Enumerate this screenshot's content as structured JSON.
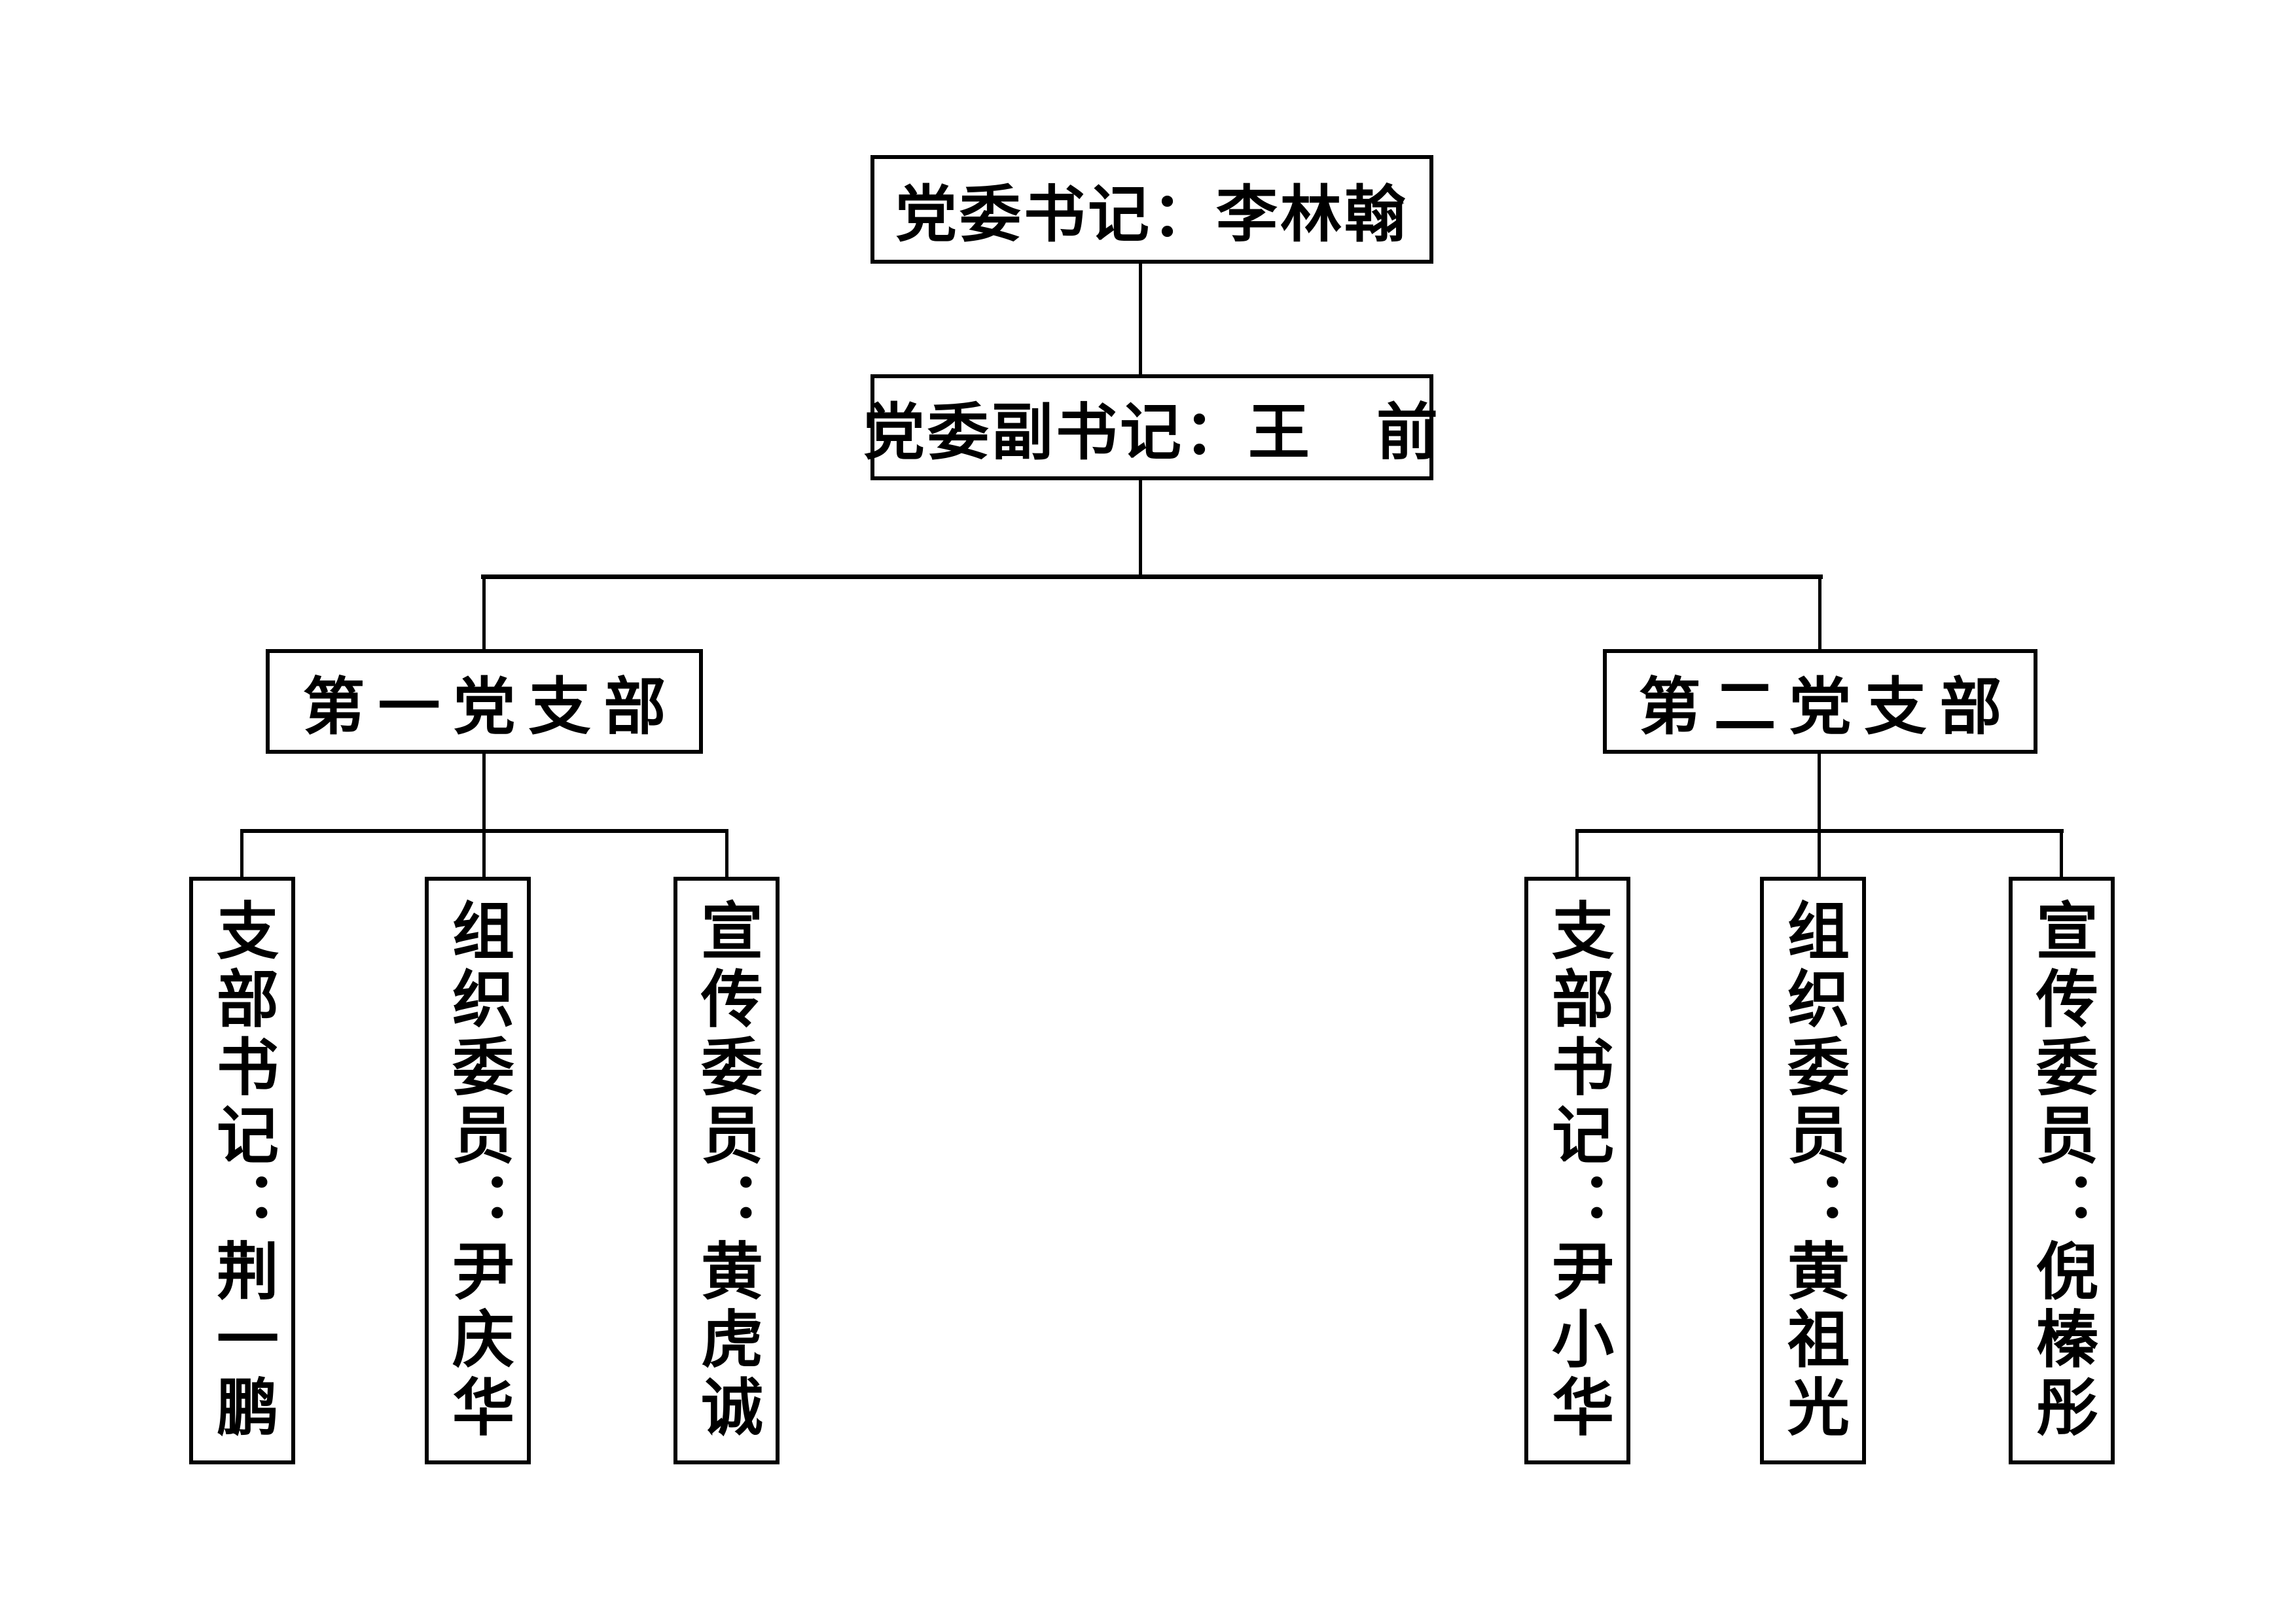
{
  "org_chart": {
    "title_hint": "party-committee-organization-chart",
    "party_secretary": "党委书记：李林翰",
    "deputy_secretary": "党委副书记：王　前",
    "branches": [
      {
        "name": "第一党支部",
        "members": [
          "支部书记：荆一鹏",
          "组织委员：尹庆华",
          "宣传委员：黄虎诚"
        ]
      },
      {
        "name": "第二党支部",
        "members": [
          "支部书记：尹小华",
          "组织委员：黄祖光",
          "宣传委员：倪榛彤"
        ]
      }
    ],
    "colors": {
      "background": "#ffffff",
      "line": "#000000",
      "text": "#000000"
    }
  }
}
